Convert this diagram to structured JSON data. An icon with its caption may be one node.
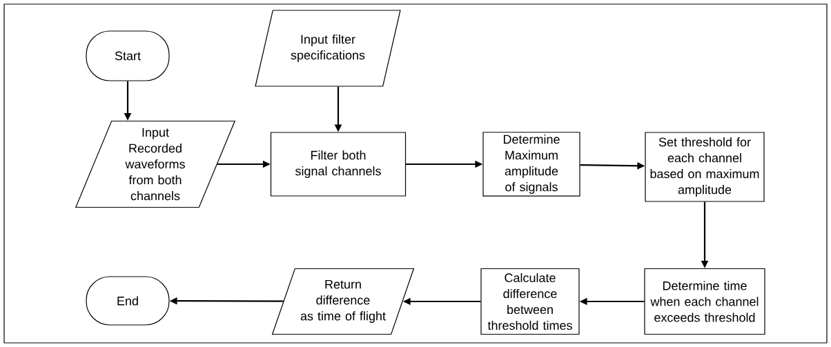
{
  "diagram": {
    "nodes": [
      {
        "text": [
          "Start"
        ]
      },
      {
        "text": [
          "Input Recorded waveforms from both channels"
        ]
      },
      {
        "text": [
          "Input filter specifications"
        ]
      },
      {
        "text": [
          "Filter both signal channels"
        ]
      },
      {
        "text": [
          "Determine Maximum amplitude of signals"
        ]
      },
      {
        "text": [
          "Set threshold for each channel based on maximum amplitude"
        ]
      },
      {
        "text": [
          "Determine time when each channel exceeds threshold"
        ]
      },
      {
        "text": [
          "Calculate difference between threshold times"
        ]
      },
      {
        "text": [
          "Return difference as time of flight"
        ]
      },
      {
        "text": [
          "End"
        ]
      }
    ],
    "edges": [
      {
        "from": 0,
        "to": 1,
        "arrow": "to"
      },
      {
        "from": 2,
        "to": 3,
        "arrow": "to"
      },
      {
        "from": 1,
        "to": 3,
        "arrow": "to"
      },
      {
        "from": 3,
        "to": 4,
        "arrow": "to"
      },
      {
        "from": 4,
        "to": 5,
        "arrow": "to"
      },
      {
        "from": 5,
        "to": 6,
        "arrow": "to"
      },
      {
        "from": 6,
        "to": 7,
        "arrow": "to"
      },
      {
        "from": 7,
        "to": 8,
        "arrow": "to"
      },
      {
        "from": 8,
        "to": 9,
        "arrow": "to"
      }
    ]
  }
}
